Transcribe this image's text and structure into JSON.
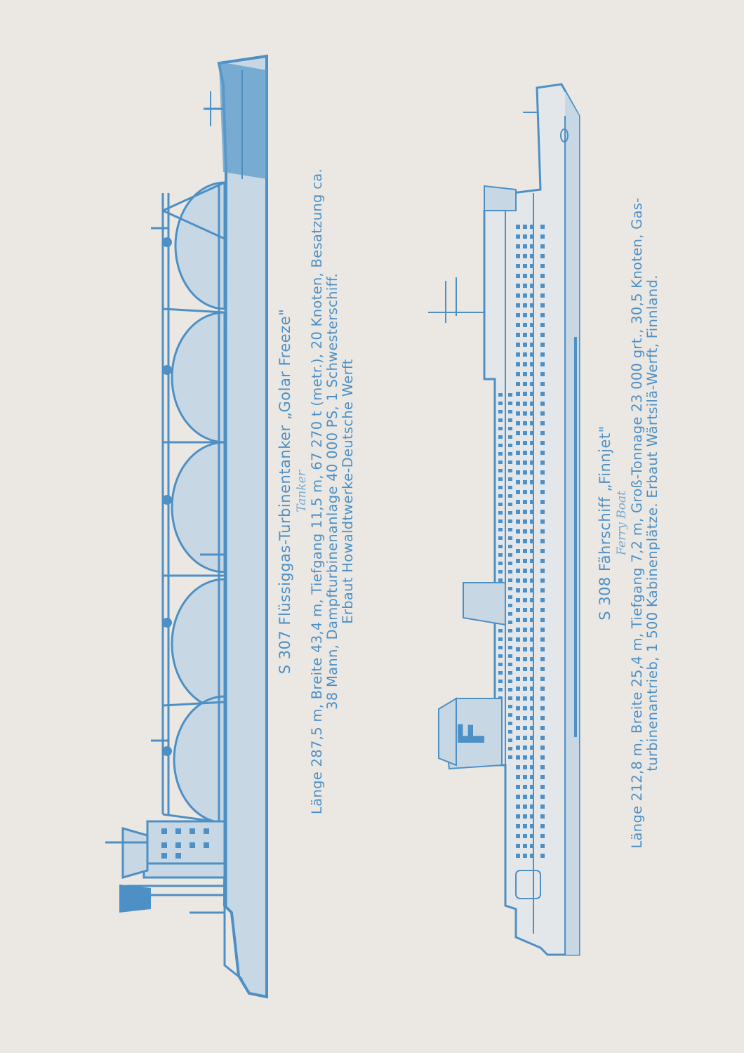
{
  "ship1": {
    "title": "S 307 Flüssiggas-Turbinentanker „Golar Freeze\"",
    "type": "Tanker",
    "spec_line1": "Länge 287,5 m, Breite 43,4 m, Tiefgang 11,5 m, 67 270 t (metr.), 20 Knoten, Besatzung ca.",
    "spec_line2": "38 Mann, Dampfturbinenanlage 40 000 PS, 1 Schwesterschiff.",
    "spec_line3": "Erbaut Howaldtwerke-Deutsche Werft"
  },
  "ship2": {
    "title": "S 308 Fährschiff „Finnjet\"",
    "type": "Ferry Boat",
    "spec_line1": "Länge 212,8 m, Breite 25,4 m, Tiefgang 7,2 m, Groß-Tonnage 23 000 grt., 30,5 Knoten, Gas-",
    "spec_line2": "turbinenantrieb, 1 500 Kabinenplätze. Erbaut Wärtsilä-Werft, Finnland.",
    "funnel_letter": "F"
  },
  "colors": {
    "ink": "#4d90c6",
    "fill": "#c7d7e3",
    "paper": "#ebe8e3"
  }
}
